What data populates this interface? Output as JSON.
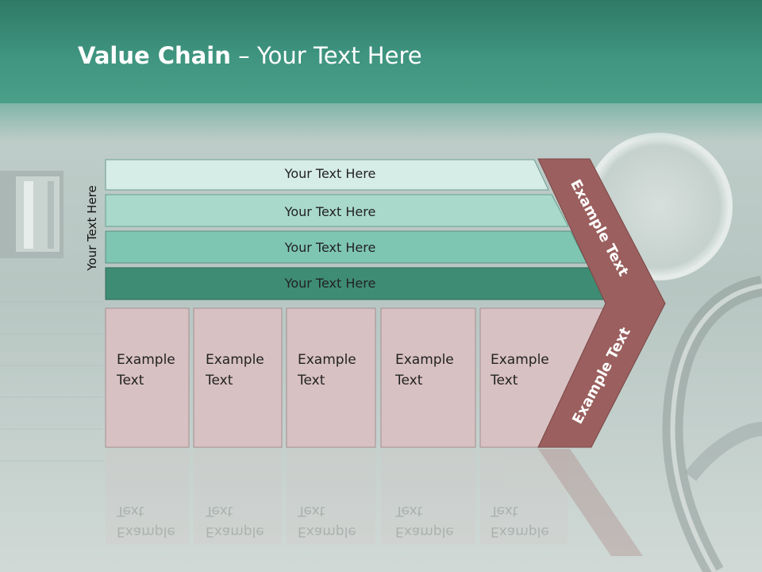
{
  "header": {
    "title_bold": "Value Chain",
    "title_sep": " – ",
    "title_rest": "Your Text Here"
  },
  "side_label": "Your Text Here",
  "bars": [
    "Your Text Here",
    "Your Text Here",
    "Your Text Here",
    "Your Text Here"
  ],
  "cells": [
    {
      "line1": "Example",
      "line2": "Text"
    },
    {
      "line1": "Example",
      "line2": "Text"
    },
    {
      "line1": "Example",
      "line2": "Text"
    },
    {
      "line1": "Example",
      "line2": "Text"
    },
    {
      "line1": "Example",
      "line2": "Text"
    }
  ],
  "arrow": {
    "upper": "Example Text",
    "lower": "Example Text"
  },
  "colors": {
    "header": "#3f9580",
    "bar1": "#d6ece6",
    "bar2": "#a9d9cb",
    "bar3": "#7ec6b2",
    "bar4": "#3e8c74",
    "cell": "#d8c1c2",
    "arrow": "#9a5f5e"
  }
}
